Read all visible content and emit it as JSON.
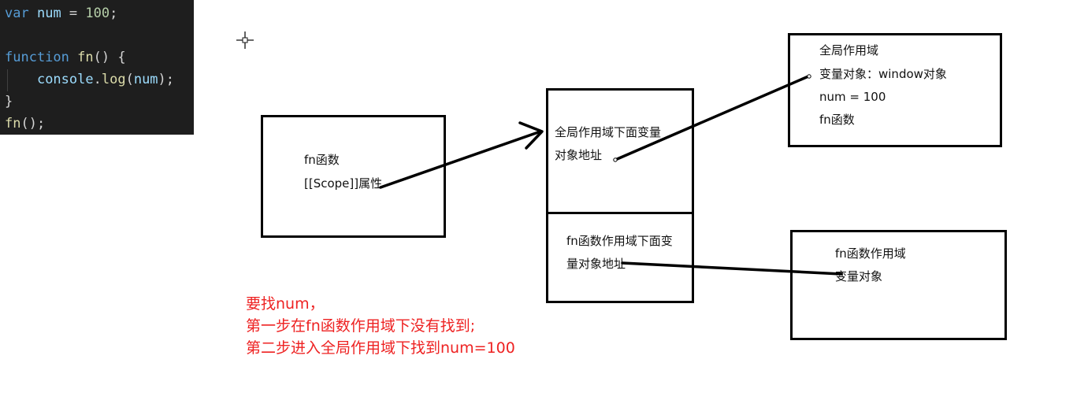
{
  "code": {
    "line1": {
      "kw": "var",
      "name": "num",
      "op": " = ",
      "value": "100",
      "end": ";"
    },
    "line2": {
      "text": ""
    },
    "line3": {
      "kw": "function",
      "name": "fn",
      "rest": "() {"
    },
    "line4": {
      "obj": "console",
      "dot": ".",
      "method": "log",
      "open": "(",
      "arg": "num",
      "close": ");"
    },
    "line5": {
      "text": "}"
    },
    "line6": {
      "name": "fn",
      "rest": "();"
    }
  },
  "diagram": {
    "fn_box": {
      "title": "fn函数",
      "scope": "[[Scope]]属性"
    },
    "scope_chain": {
      "global_ref_line1": "全局作用域下面变量",
      "global_ref_line2": "对象地址",
      "fn_ref_line1": "fn函数作用域下面变",
      "fn_ref_line2": "量对象地址"
    },
    "global_scope": {
      "title": "全局作用域",
      "var_object": "变量对象：window对象",
      "num_value": "num = 100",
      "fn_item": "fn函数"
    },
    "fn_scope": {
      "title": "fn函数作用域",
      "var_object": "变量对象"
    }
  },
  "notes": {
    "line1": "要找num，",
    "line2": "第一步在fn函数作用域下没有找到;",
    "line3": "第二步进入全局作用域下找到num=100"
  }
}
